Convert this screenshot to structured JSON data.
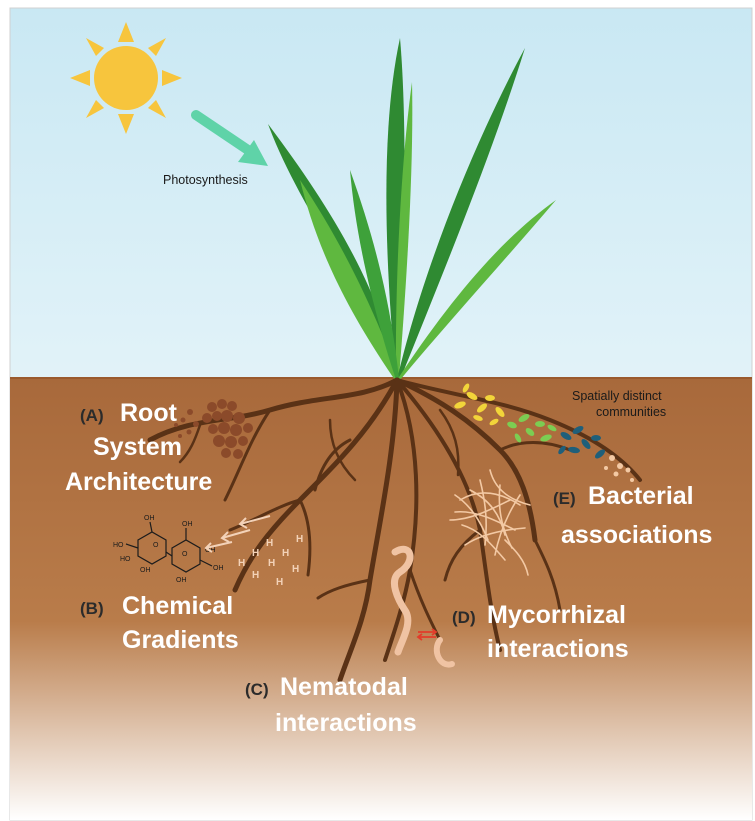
{
  "figure": {
    "photosynthesis": "Photosynthesis",
    "spatial_line1": "Spatially distinct",
    "spatial_line2": "communities",
    "labels": {
      "A": {
        "tag": "(A)",
        "line1": "Root",
        "line2": "System",
        "line3": "Architecture"
      },
      "B": {
        "tag": "(B)",
        "line1": "Chemical",
        "line2": "Gradients"
      },
      "C": {
        "tag": "(C)",
        "line1": "Nematodal",
        "line2": "interactions"
      },
      "D": {
        "tag": "(D)",
        "line1": "Mycorrhizal",
        "line2": "interactions"
      },
      "E": {
        "tag": "(E)",
        "line1": "Bacterial",
        "line2": "associations"
      }
    },
    "molecule_atoms": [
      "HO",
      "HO",
      "OH",
      "OH",
      "O",
      "O",
      "OH",
      "OH",
      "OH",
      "OH"
    ],
    "gradient_marks": [
      "H",
      "H",
      "H",
      "H",
      "H",
      "H",
      "H",
      "H",
      "H"
    ]
  },
  "colors": {
    "sky_top": "#c9e8f3",
    "sky_bottom": "#ffffff",
    "soil_top": "#a8693b",
    "soil_bottom": "#ffffff",
    "root": "#5a3216",
    "leaf_dark": "#2f8a32",
    "leaf_light": "#5fb83f",
    "sun": "#f7c53d",
    "arrow": "#5fd3a8",
    "mycorrhiza": "#f3c9a4",
    "nematode": "#f0c3a3",
    "exchange_arrow": "#e23c2a"
  }
}
